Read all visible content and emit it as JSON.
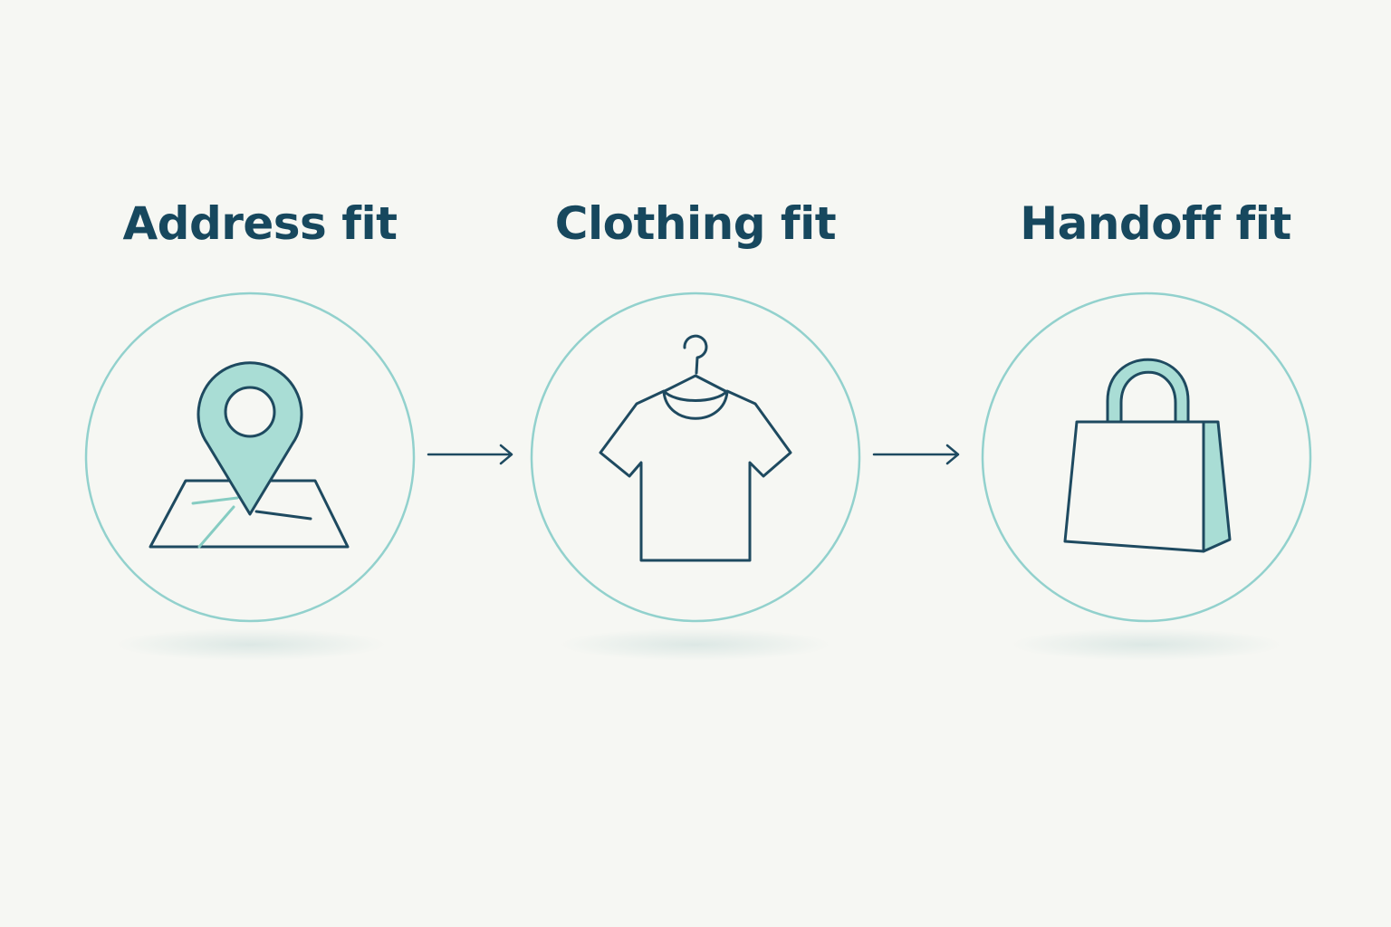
{
  "colors": {
    "background": "#f6f7f3",
    "text": "#17485e",
    "stroke": "#1e4a60",
    "circle": "#92d1cd",
    "accent_fill": "#a9ddd5",
    "accent_line": "#86ccc2",
    "shadow": "#dbe7e4"
  },
  "steps": [
    {
      "title": "Address fit",
      "icon": "map-pin-icon"
    },
    {
      "title": "Clothing fit",
      "icon": "t-shirt-hanger-icon"
    },
    {
      "title": "Handoff fit",
      "icon": "shopping-bag-icon"
    }
  ],
  "connectors": [
    {
      "from": "Address fit",
      "to": "Clothing fit",
      "icon": "arrow-right-icon"
    },
    {
      "from": "Clothing fit",
      "to": "Handoff fit",
      "icon": "arrow-right-icon"
    }
  ]
}
